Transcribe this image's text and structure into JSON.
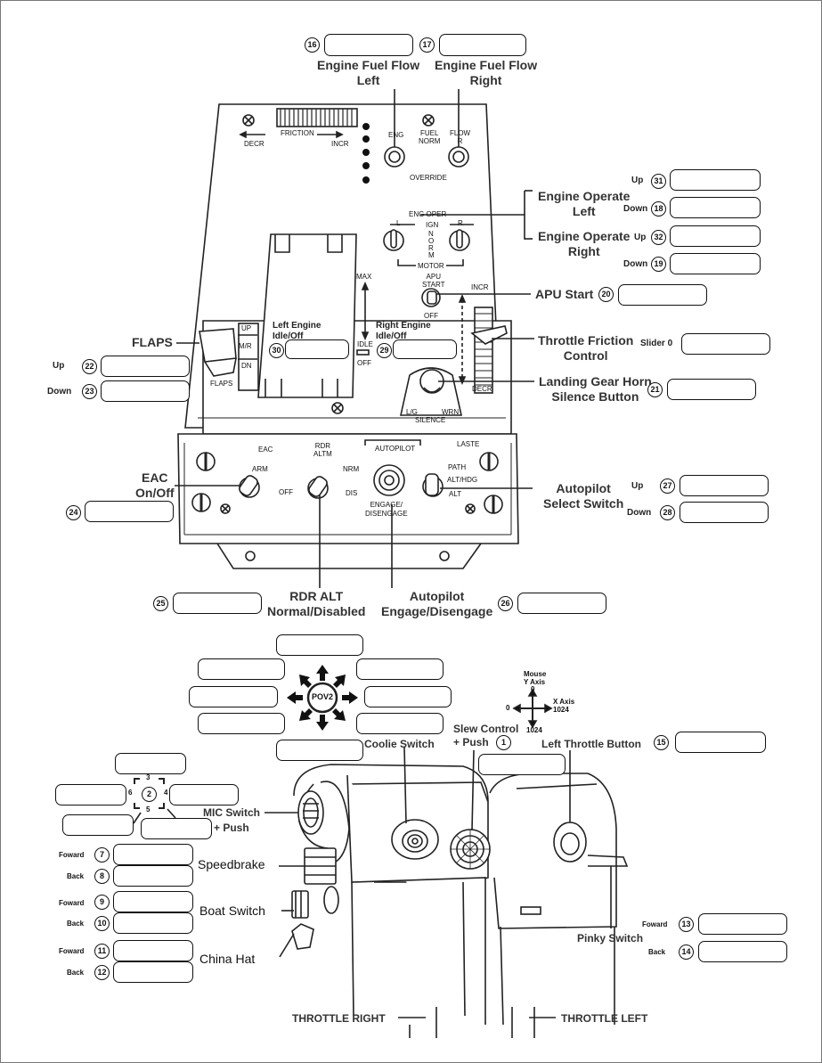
{
  "panel": {
    "friction": "FRICTION",
    "decr": "DECR",
    "incr": "INCR",
    "eng": "ENG",
    "fuel_norm": "FUEL\nNORM",
    "flow_r": "FLOW\nR",
    "override": "OVERRIDE",
    "eng_oper": "ENG OPER",
    "ign": "IGN",
    "l": "L",
    "r": "R",
    "norm": "NORM",
    "motor": "MOTOR",
    "apu_start": "APU\nSTART",
    "off": "OFF",
    "max": "MAX",
    "idle": "IDLE",
    "incr2": "INCR",
    "decr2": "DECR",
    "up": "UP",
    "mr": "M/R",
    "dn": "DN",
    "flaps_small": "FLAPS",
    "lg": "L/G",
    "wrn": "WRN",
    "silence": "SILENCE",
    "eac": "EAC",
    "arm": "ARM",
    "off2": "OFF",
    "rdr_altm": "RDR\nALTM",
    "nrm": "NRM",
    "dis": "DIS",
    "autopilot": "AUTOPILOT",
    "laste": "LASTE",
    "path": "PATH",
    "alt_hdg": "ALT/HDG",
    "alt": "ALT",
    "engage": "ENGAGE/\nDISENGAGE"
  },
  "labels": {
    "fuel_left": "Engine Fuel Flow\nLeft",
    "fuel_right": "Engine Fuel Flow\nRight",
    "oper_left": "Engine Operate\nLeft",
    "oper_right": "Engine Operate\nRight",
    "apu": "APU Start",
    "flaps": "FLAPS",
    "left_idle": "Left Engine\nIdle/Off",
    "right_idle": "Right Engine\nIdle/Off",
    "throttle_friction": "Throttle Friction\nControl",
    "slider": "Slider 0",
    "gear_horn": "Landing Gear Horn\nSilence Button",
    "eac": "EAC\nOn/Off",
    "ap_select": "Autopilot\nSelect Switch",
    "rdr_alt": "RDR ALT\nNormal/Disabled",
    "ap_engage": "Autopilot\nEngage/Disengage",
    "up": "Up",
    "down": "Down",
    "pov": "POV2",
    "mouse": "Mouse\nY Axis",
    "zero_top": "0",
    "zero_left": "0",
    "x_axis": "X Axis\n1024",
    "y_1024": "1024",
    "slew": "Slew Control\n+ Push",
    "coolie": "Coolie Switch",
    "left_throttle_btn": "Left Throttle Button",
    "mic": "MIC Switch",
    "push": "+ Push",
    "speedbrake": "Speedbrake",
    "boat": "Boat Switch",
    "china": "China Hat",
    "foward": "Foward",
    "back": "Back",
    "pinky": "Pinky Switch",
    "thr_right": "THROTTLE RIGHT",
    "thr_left": "THROTTLE LEFT",
    "hat_3": "3",
    "hat_4": "4",
    "hat_5": "5",
    "hat_6": "6"
  },
  "numbers": {
    "n1": "1",
    "n2": "2",
    "n7": "7",
    "n8": "8",
    "n9": "9",
    "n10": "10",
    "n11": "11",
    "n12": "12",
    "n13": "13",
    "n14": "14",
    "n15": "15",
    "n16": "16",
    "n17": "17",
    "n18": "18",
    "n19": "19",
    "n20": "20",
    "n21": "21",
    "n22": "22",
    "n23": "23",
    "n24": "24",
    "n25": "25",
    "n26": "26",
    "n27": "27",
    "n28": "28",
    "n29": "29",
    "n30": "30",
    "n31": "31",
    "n32": "32"
  }
}
